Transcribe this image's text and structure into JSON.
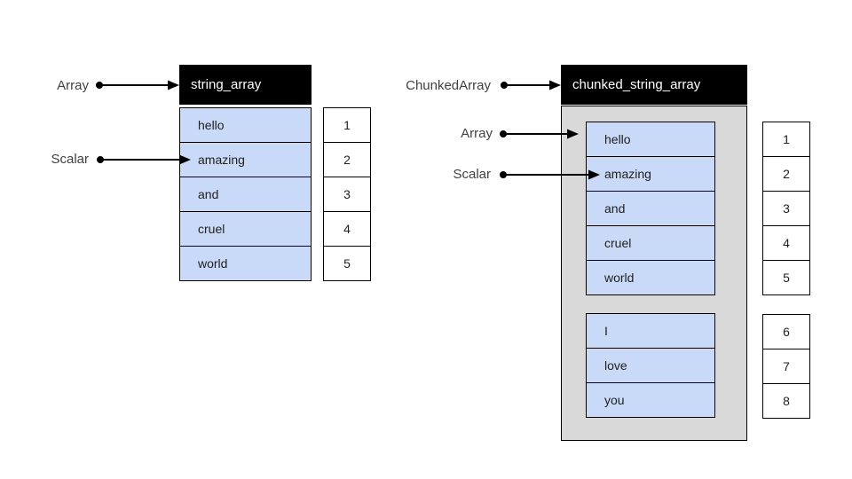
{
  "left": {
    "pointer_array": "Array",
    "pointer_scalar": "Scalar",
    "header": "string_array",
    "cells": [
      "hello",
      "amazing",
      "and",
      "cruel",
      "world"
    ],
    "indices": [
      "1",
      "2",
      "3",
      "4",
      "5"
    ]
  },
  "right": {
    "pointer_chunked_array": "ChunkedArray",
    "pointer_array": "Array",
    "pointer_scalar": "Scalar",
    "header": "chunked_string_array",
    "chunks": [
      {
        "cells": [
          "hello",
          "amazing",
          "and",
          "cruel",
          "world"
        ],
        "indices": [
          "1",
          "2",
          "3",
          "4",
          "5"
        ]
      },
      {
        "cells": [
          "I",
          "love",
          "you"
        ],
        "indices": [
          "6",
          "7",
          "8"
        ]
      }
    ]
  },
  "colors": {
    "background": "#ffffff",
    "cell_fill": "#c9daf8",
    "cell_border": "#000000",
    "container_fill": "#d9d9d9",
    "header_fill": "#000000",
    "header_text": "#ffffff",
    "label_text": "#404040",
    "arrow": "#000000"
  }
}
